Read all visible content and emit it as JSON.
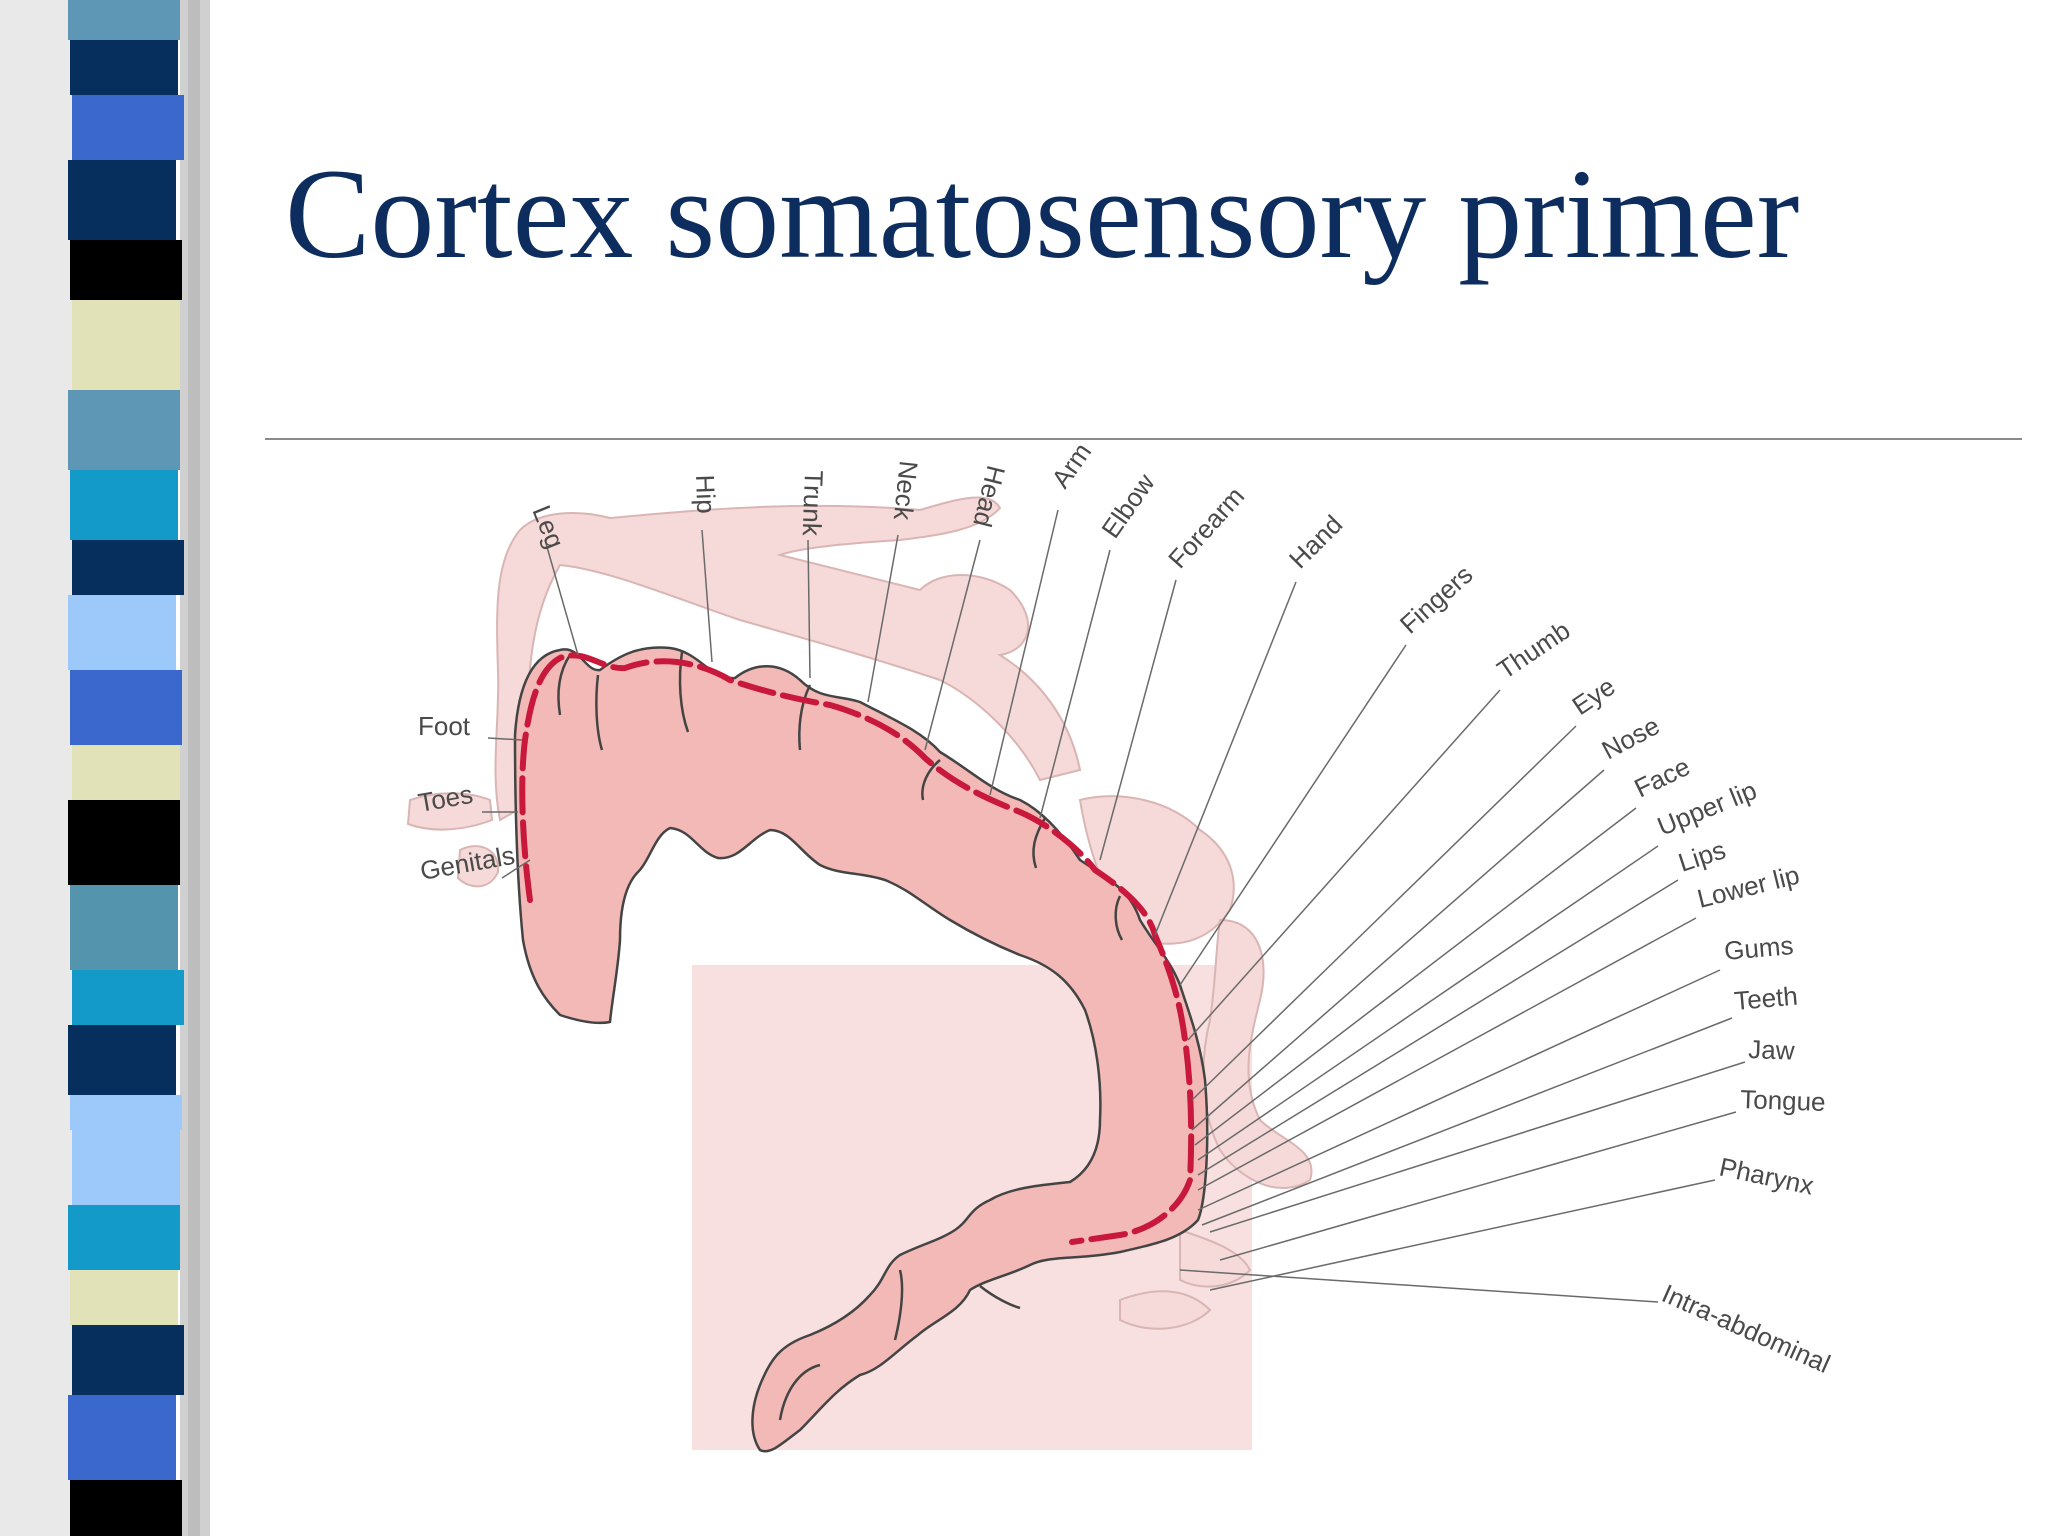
{
  "slide": {
    "title": "Cortex somatosensory primer"
  },
  "colors": {
    "title": "#0d2d5e",
    "cortex_fill": "#f2b9b6",
    "white_matter": "#f7e0df",
    "body_outline": "#f6d5d4",
    "map_line": "#c8193c",
    "stripes": [
      "#5d97b5",
      "#062f5e",
      "#3a68cc",
      "#000000",
      "#e1e2b8",
      "#139ac9",
      "#9cc9fa",
      "#5594ad"
    ]
  },
  "diagram": {
    "labels": {
      "leg": "Leg",
      "hip": "Hip",
      "trunk": "Trunk",
      "neck": "Neck",
      "head": "Head",
      "arm": "Arm",
      "elbow": "Elbow",
      "forearm": "Forearm",
      "hand": "Hand",
      "fingers": "Fingers",
      "thumb": "Thumb",
      "eye": "Eye",
      "nose": "Nose",
      "face": "Face",
      "upper_lip": "Upper lip",
      "lips": "Lips",
      "lower_lip": "Lower lip",
      "gums": "Gums",
      "teeth": "Teeth",
      "jaw": "Jaw",
      "tongue": "Tongue",
      "pharynx": "Pharynx",
      "intra_abdominal": "Intra-abdominal",
      "foot": "Foot",
      "toes": "Toes",
      "genitals": "Genitals"
    }
  }
}
